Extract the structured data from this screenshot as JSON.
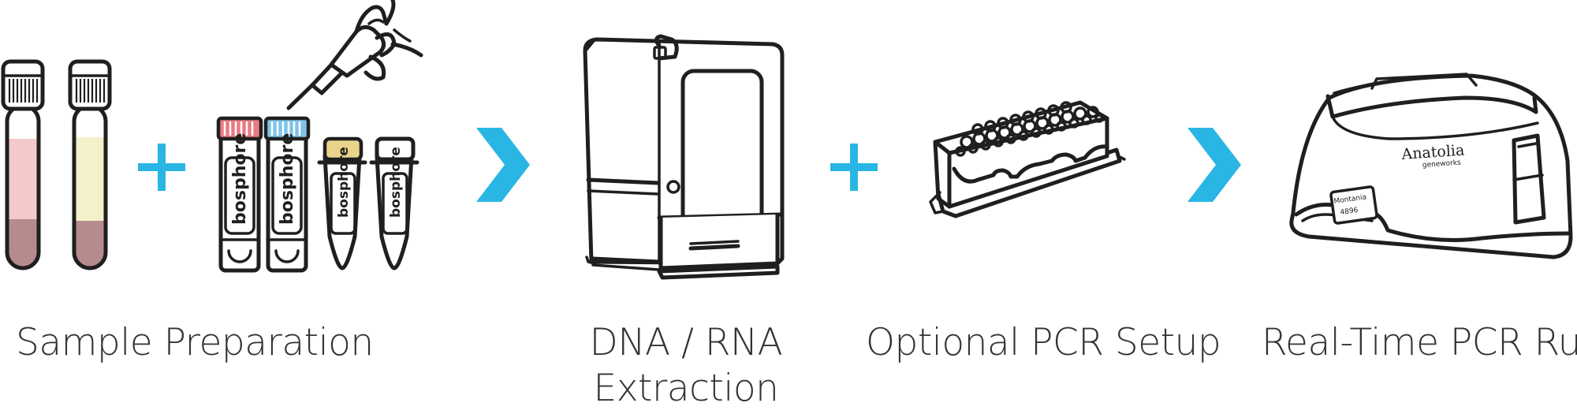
{
  "colors": {
    "accent": "#29b6e4",
    "line": "#1f1f1f",
    "caption": "#333333",
    "blood_top": "#f4c9cb",
    "blood_bottom": "#b68b8d",
    "plasma_top": "#f3f1c9",
    "cap_red": "#e77b83",
    "cap_blue": "#7fc4e6",
    "cap_yellow": "#e9d48a"
  },
  "steps": [
    {
      "caption": "Sample Preparation",
      "icon": "blood-tubes-and-reagent-kit"
    },
    {
      "caption_line1": "DNA / RNA",
      "caption_line2": "Extraction",
      "icon": "nucleic-acid-extraction-instrument"
    },
    {
      "caption": "Optional PCR Setup",
      "icon": "pcr-strip-rack"
    },
    {
      "caption": "Real-Time PCR Run",
      "icon": "real-time-pcr-instrument"
    }
  ],
  "reagent_brand": "bosphore",
  "device_labels": {
    "brand": "Anatolia",
    "brand_sub": "geneworks",
    "model": "Montania",
    "model_sub": "4896"
  },
  "connectors": [
    {
      "type": "plus",
      "icon": "plus-icon"
    },
    {
      "type": "arrow",
      "icon": "chevron-right-icon"
    },
    {
      "type": "plus",
      "icon": "plus-icon"
    },
    {
      "type": "arrow",
      "icon": "chevron-right-icon"
    }
  ]
}
